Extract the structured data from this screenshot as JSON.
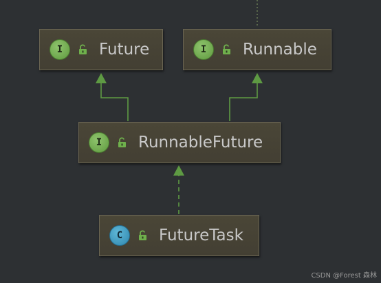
{
  "nodes": {
    "future": {
      "label": "Future",
      "kind": "I",
      "kind_type": "interface",
      "icon": "interface-icon"
    },
    "runnable": {
      "label": "Runnable",
      "kind": "I",
      "kind_type": "interface",
      "icon": "interface-icon"
    },
    "runnable_future": {
      "label": "RunnableFuture",
      "kind": "I",
      "kind_type": "interface",
      "icon": "interface-icon"
    },
    "future_task": {
      "label": "FutureTask",
      "kind": "C",
      "kind_type": "class",
      "icon": "class-icon"
    }
  },
  "edges": [
    {
      "from": "runnable_future",
      "to": "future",
      "style": "solid"
    },
    {
      "from": "runnable_future",
      "to": "runnable",
      "style": "solid"
    },
    {
      "from": "future_task",
      "to": "runnable_future",
      "style": "dashed"
    }
  ],
  "colors": {
    "background": "#2d3033",
    "edge": "#5e9a43",
    "node_fill": "#474335",
    "label": "#c9c9c9"
  },
  "watermark": "CSDN @Forest 森林"
}
